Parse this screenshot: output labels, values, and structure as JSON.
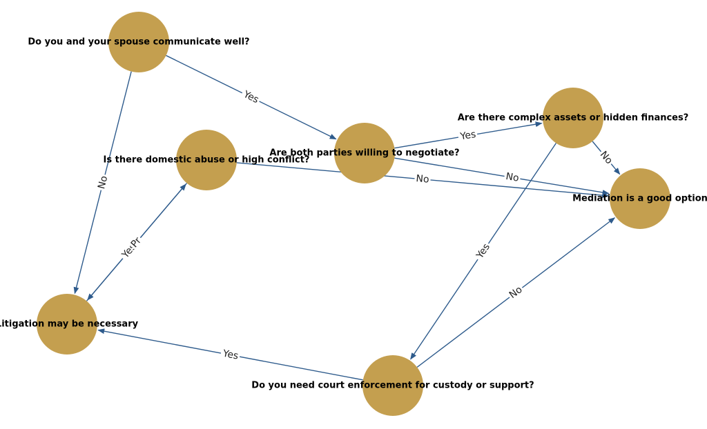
{
  "colors": {
    "node_fill": "#c49f4f",
    "edge": "#2e5b8c",
    "label_text": "#000000",
    "edge_label_text": "#222222"
  },
  "nodes": [
    {
      "id": "communicate",
      "label": "Do you and your spouse communicate well?"
    },
    {
      "id": "negotiate",
      "label": "Are both parties willing to negotiate?"
    },
    {
      "id": "abuse",
      "label": "Is there domestic abuse or high conflict?"
    },
    {
      "id": "assets",
      "label": "Are there complex assets or hidden finances?"
    },
    {
      "id": "mediation",
      "label": "Mediation is a good option"
    },
    {
      "id": "litigation",
      "label": "Litigation may be necessary"
    },
    {
      "id": "enforcement",
      "label": "Do you need court enforcement for custody or support?"
    }
  ],
  "edges": [
    {
      "from": "communicate",
      "to": "negotiate",
      "label": "Yes"
    },
    {
      "from": "communicate",
      "to": "litigation",
      "label": "No"
    },
    {
      "from": "negotiate",
      "to": "assets",
      "label": "Yes"
    },
    {
      "from": "negotiate",
      "to": "mediation",
      "label": "No"
    },
    {
      "from": "abuse",
      "to": "mediation",
      "label": "No"
    },
    {
      "from": "abuse",
      "to": "litigation",
      "label": "Yes"
    },
    {
      "from": "litigation",
      "to": "abuse",
      "label": "Pr"
    },
    {
      "from": "assets",
      "to": "mediation",
      "label": "No"
    },
    {
      "from": "assets",
      "to": "enforcement",
      "label": "Yes"
    },
    {
      "from": "enforcement",
      "to": "litigation",
      "label": "Yes"
    },
    {
      "from": "enforcement",
      "to": "mediation",
      "label": "No"
    }
  ]
}
